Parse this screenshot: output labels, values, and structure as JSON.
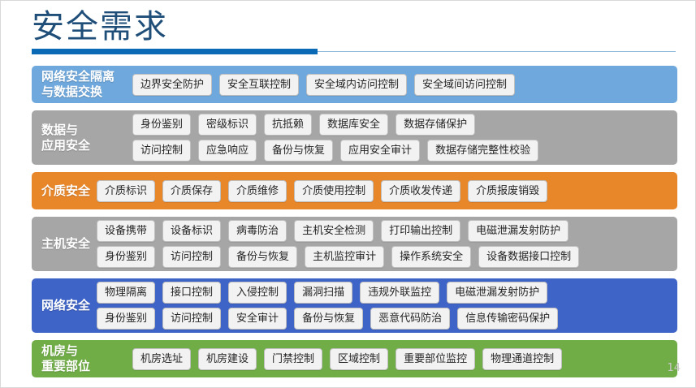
{
  "slide": {
    "title": "安全需求",
    "page_number": "14",
    "accent_color": "#0B6AB5",
    "title_color": "#1F4E79"
  },
  "rows": [
    {
      "label": "网络安全隔离\n与数据交换",
      "color": "#6FA8DC",
      "label_width": "two",
      "lines": [
        [
          "边界安全防护",
          "安全互联控制",
          "安全域内访问控制",
          "安全域间访问控制"
        ]
      ]
    },
    {
      "label": "数据与\n应用安全",
      "color": "#A6A6A6",
      "label_width": "two",
      "lines": [
        [
          "身份鉴别",
          "密级标识",
          "抗抵赖",
          "数据库安全",
          "数据存储保护"
        ],
        [
          "访问控制",
          "应急响应",
          "备份与恢复",
          "应用安全审计",
          "数据存储完整性校验"
        ]
      ]
    },
    {
      "label": "介质安全",
      "color": "#E8862A",
      "label_width": "one",
      "lines": [
        [
          "介质标识",
          "介质保存",
          "介质维修",
          "介质使用控制",
          "介质收发传递",
          "介质报废销毁"
        ]
      ]
    },
    {
      "label": "主机安全",
      "color": "#A6A6A6",
      "label_width": "one",
      "lines": [
        [
          "设备携带",
          "设备标识",
          "病毒防治",
          "主机安全检测",
          "打印输出控制",
          "电磁泄漏发射防护"
        ],
        [
          "身份鉴别",
          "访问控制",
          "备份与恢复",
          "主机监控审计",
          "操作系统安全",
          "设备数据接口控制"
        ]
      ]
    },
    {
      "label": "网络安全",
      "color": "#3F64C8",
      "label_width": "one",
      "lines": [
        [
          "物理隔离",
          "接口控制",
          "入侵控制",
          "漏洞扫描",
          "违规外联监控",
          "电磁泄漏发射防护"
        ],
        [
          "身份鉴别",
          "访问控制",
          "安全审计",
          "备份与恢复",
          "恶意代码防治",
          "信息传输密码保护"
        ]
      ]
    },
    {
      "label": "机房与\n重要部位",
      "color": "#70AD47",
      "label_width": "two",
      "lines": [
        [
          "机房选址",
          "机房建设",
          "门禁控制",
          "区域控制",
          "重要部位监控",
          "物理通道控制"
        ]
      ]
    }
  ]
}
